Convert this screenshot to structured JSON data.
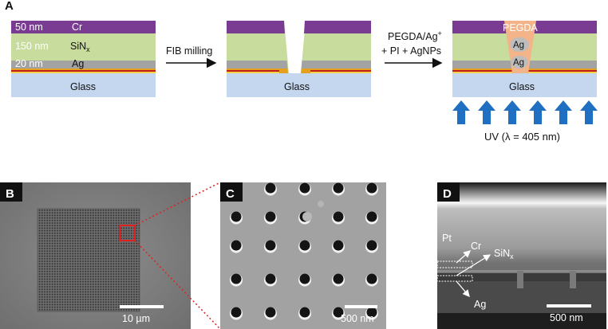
{
  "panel_a": {
    "label": "A",
    "layers": {
      "cr": {
        "thickness": "50 nm",
        "name": "Cr",
        "color": "#7a3b93"
      },
      "sin": {
        "thickness": "150 nm",
        "name_base": "SiN",
        "name_sub": "x",
        "color": "#c8dc9e"
      },
      "ag": {
        "thickness": "20 nm",
        "name": "Ag",
        "color": "#a3a3a3"
      },
      "glass": {
        "name": "Glass",
        "color": "#c4d7ee"
      },
      "interface_colors": [
        "#e6a020",
        "#c21d1d",
        "#f2d34a"
      ]
    },
    "step1_label": "FIB milling",
    "step2_label_line1": "PEGDA/Ag",
    "step2_label_sup": "+",
    "step2_label_line2": "+ PI + AgNPs",
    "pegda_label": "PEGDA",
    "pegda_color": "#f2b488",
    "fill_ag_upper": "Ag",
    "fill_ag_lower": "Ag",
    "glass_label_2": "Glass",
    "glass_label_3": "Glass",
    "uv_arrow_color": "#1f6fc2",
    "uv_arrow_count": 6,
    "uv_label": "UV (λ = 405 nm)"
  },
  "panel_b": {
    "label": "B",
    "scale_bar": "10 µm",
    "highlight_color": "#e02020"
  },
  "panel_c": {
    "label": "C",
    "scale_bar": "500 nm"
  },
  "panel_d": {
    "label": "D",
    "pt_label": "Pt",
    "cr_label": "Cr",
    "sin_label_base": "SiN",
    "sin_label_sub": "x",
    "ag_label": "Ag",
    "scale_bar": "500 nm"
  }
}
